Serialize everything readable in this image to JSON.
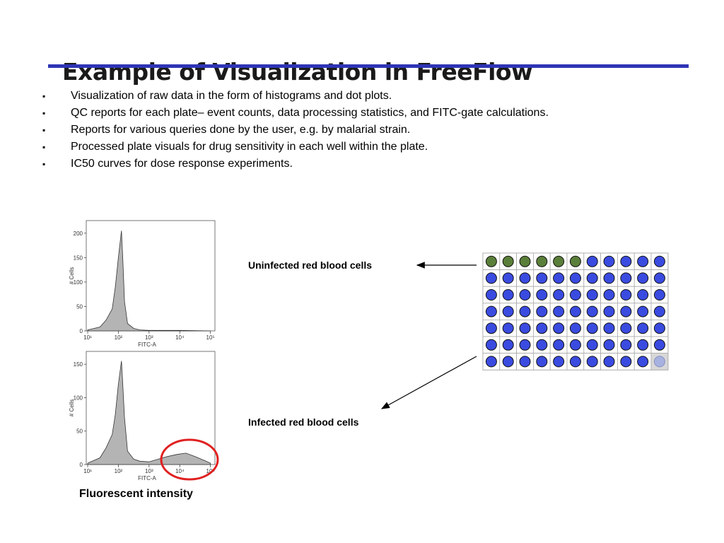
{
  "slide": {
    "title": "Example of Visualization in FreeFlow",
    "bullet_mark": "▪",
    "bullets": [
      "Visualization of raw data in the form of histograms and dot plots.",
      "QC reports for each plate– event counts, data processing statistics, and FITC-gate calculations.",
      "Reports for various queries done by the user, e.g. by malarial strain.",
      "Processed plate visuals for drug sensitivity in each well within the plate.",
      "IC50 curves for dose response experiments."
    ]
  },
  "annotations": {
    "uninfected": "Uninfected red blood cells",
    "infected": "Infected red blood cells",
    "fluorescent": "Fluorescent intensity"
  },
  "colors": {
    "rule": "#2e34b4",
    "histogram_fill": "#b4b4b4",
    "well_uninfected": "#5a7f3a",
    "well_infected": "#3a4be0",
    "well_empty": "#a8b2e0",
    "highlight_circle": "#e02020"
  },
  "chart_data": [
    {
      "type": "area",
      "xlabel": "FITC-A",
      "ylabel": "# Cells",
      "xscale": "log",
      "xticks": [
        "10¹",
        "10²",
        "10³",
        "10⁴",
        "10⁵"
      ],
      "yticks": [
        0,
        50,
        100,
        150,
        200
      ],
      "ylim": [
        0,
        220
      ],
      "x": [
        1,
        1.4,
        1.6,
        1.8,
        1.9,
        2.0,
        2.1,
        2.15,
        2.2,
        2.3,
        2.5,
        2.7,
        3,
        3.5,
        4,
        5
      ],
      "y": [
        2,
        8,
        22,
        45,
        90,
        150,
        205,
        140,
        60,
        15,
        5,
        2,
        1,
        1,
        1,
        0
      ],
      "highlight": false
    },
    {
      "type": "area",
      "xlabel": "FITC-A",
      "ylabel": "# Cells",
      "xscale": "log",
      "xticks": [
        "10¹",
        "10²",
        "10³",
        "10⁴",
        "10⁵"
      ],
      "yticks": [
        0,
        50,
        100,
        150
      ],
      "ylim": [
        0,
        165
      ],
      "x": [
        1,
        1.4,
        1.6,
        1.8,
        1.9,
        2.0,
        2.1,
        2.15,
        2.2,
        2.3,
        2.5,
        2.7,
        3.0,
        3.3,
        3.6,
        3.9,
        4.2,
        4.5,
        4.8,
        5
      ],
      "y": [
        2,
        10,
        25,
        45,
        75,
        120,
        155,
        115,
        70,
        20,
        8,
        5,
        4,
        8,
        12,
        15,
        17,
        12,
        6,
        2
      ],
      "highlight": true
    }
  ],
  "plate": {
    "rows": 7,
    "cols": 11,
    "wells": [
      "G",
      "G",
      "G",
      "G",
      "G",
      "G",
      "B",
      "B",
      "B",
      "B",
      "B",
      "B",
      "B",
      "B",
      "B",
      "B",
      "B",
      "B",
      "B",
      "B",
      "B",
      "B",
      "B",
      "B",
      "B",
      "B",
      "B",
      "B",
      "B",
      "B",
      "B",
      "B",
      "B",
      "B",
      "B",
      "B",
      "B",
      "B",
      "B",
      "B",
      "B",
      "B",
      "B",
      "B",
      "B",
      "B",
      "B",
      "B",
      "B",
      "B",
      "B",
      "B",
      "B",
      "B",
      "B",
      "B",
      "B",
      "B",
      "B",
      "B",
      "B",
      "B",
      "B",
      "B",
      "B",
      "B",
      "B",
      "B",
      "B",
      "B",
      "B",
      "B",
      "B",
      "B",
      "B",
      "B",
      "E"
    ]
  }
}
